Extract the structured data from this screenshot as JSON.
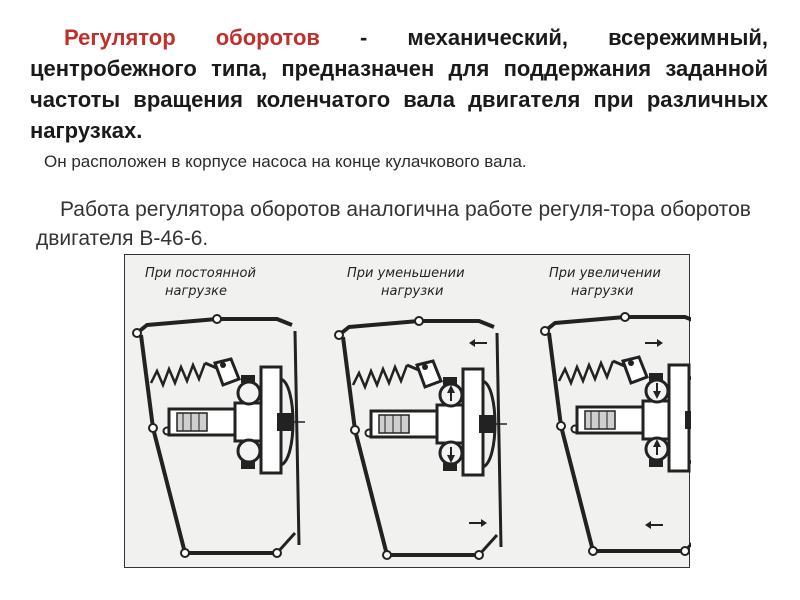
{
  "text": {
    "intro_term": "Регулятор оборотов",
    "intro_rest": " - механический, всережимный, центробежного типа, предназначен для поддержания заданной частоты вращения коленчатого вала двигателя при различных нагрузках.",
    "location": "Он расположен в корпусе насоса на конце кулачкового вала.",
    "work": "Работа регулятора оборотов аналогична работе регуля-тора оборотов двигателя В-46-6."
  },
  "figure": {
    "panels": [
      {
        "caption_line1": "При постоянной",
        "caption_line2": "нагрузке",
        "arrows": []
      },
      {
        "caption_line1": "При уменьшении",
        "caption_line2": "нагрузки",
        "arrows": [
          "left",
          "right"
        ]
      },
      {
        "caption_line1": "При увеличении",
        "caption_line2": "нагрузки",
        "arrows": [
          "right",
          "left"
        ]
      }
    ]
  },
  "colors": {
    "accent": "#c0302b",
    "text": "#1a1a1a",
    "figure_bg": "#f1f1ef"
  }
}
